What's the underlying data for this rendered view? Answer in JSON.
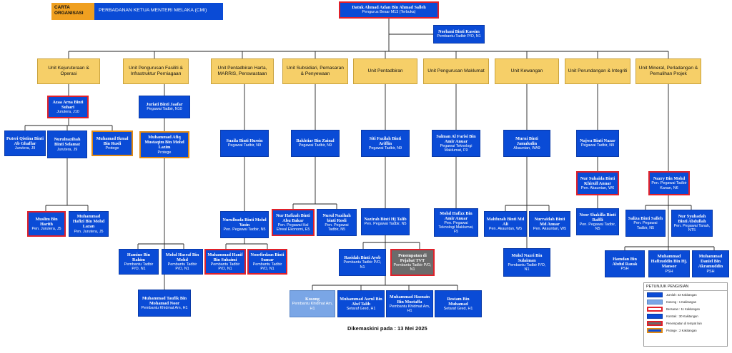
{
  "header": {
    "chart_label": "CARTA ORGANISASI",
    "org_title": "PERBADANAN KETUA MENTERI MELAKA (CMI)"
  },
  "top": {
    "name": "Datuk Ahmad Azlan Bin Ahmad Salleh",
    "role": "Pengurus Besar M13 (Terbuka)"
  },
  "secretary": {
    "name": "Norhani Binti Kassim",
    "role": "Pembantu Tadbir P/O, N1"
  },
  "units": [
    "Unit Kejuruteraan & Operasi",
    "Unit Pengurusan Fasiliti & Infrastruktur Perniagaan",
    "Unit Pentadbiran Harta, MARRIS, Penswastaan",
    "Unit Subsidiari, Pemasaran & Penyewaan",
    "Unit Pentadbiran",
    "Unit Pengurusan Maklumat",
    "Unit Kewangan",
    "Unit Perundangan & Integriti",
    "Unit Mineral, Perladangan & Pemulihan Projek"
  ],
  "staff": {
    "azaa": {
      "name": "Azaa Arna Binti Suhari",
      "role": "Jurutera, J10"
    },
    "puteri": {
      "name": "Puteri Qistina Binti Ab Ghaffar",
      "role": "Jurutera, J9"
    },
    "nurul": {
      "name": "Nurulnazihah Binti Selamat",
      "role": "Jurutera, J9"
    },
    "ikmal": {
      "name": "Muhamad Ikmal Bin Rusli",
      "role": "Protege"
    },
    "muslim": {
      "name": "Muslim Bin Harith",
      "role": "Pen. Jurutera, J5"
    },
    "hafizi": {
      "name": "Muhammad Hafizi Bin Mohd Lazan",
      "role": "Pen. Jurutera, J5"
    },
    "juriati": {
      "name": "Juriati Binti Jaafar",
      "role": "Pegawai Tadbir, N10"
    },
    "afiq": {
      "name": "Muhammad Afiq Mustaqim Bin Mohd Lazim",
      "role": "Protege"
    },
    "hamino": {
      "name": "Hamino Bin Rahim",
      "role": "Pembantu Tadbir P/O, N1"
    },
    "hasraf": {
      "name": "Mohd Hasraf Bin Mohd",
      "role": "Pembantu Tadbir P/O, N1"
    },
    "taufik": {
      "name": "Muhammad Taufik Bin Mohamad Noor",
      "role": "Pembantu Khidmat Am, H1"
    },
    "suaila": {
      "name": "Suaila Binti Hussin",
      "role": "Pegawai Tadbir, N9"
    },
    "nurulhuda": {
      "name": "Nurulhuda Binti Mohd Yasin",
      "role": "Pen. Pegawai Tadbir, N5"
    },
    "hanif": {
      "name": "Muhammad Hanif Bin Suhaimi",
      "role": "Pembantu Tadbir P/O, N1"
    },
    "noorfirdaus": {
      "name": "Noorfirdaus Binti Sumar",
      "role": "Pembantu Tadbir P/O, N1"
    },
    "bakhtiar": {
      "name": "Bakhtiar Bin Zainal",
      "role": "Pegawai Tadbir, N9"
    },
    "hafizah": {
      "name": "Nur Hafizah Binti Abu Bakar",
      "role": "Pen. Pegawai Hal Ehwal Ekonomi, E5"
    },
    "nazihah": {
      "name": "Nurul Nazihah binti Rosli",
      "role": "Pen. Pegawai Tadbir, N5"
    },
    "siti": {
      "name": "Siti Fazilah Binti Ariffin",
      "role": "Pegawai Tadbir, N9"
    },
    "nazirah": {
      "name": "Nazirah Binti Hj Talib",
      "role": "Pen. Pegawai Tadbir, N5"
    },
    "rasidah": {
      "name": "Rasidah Binti Ayob",
      "role": "Pembantu Tadbir P/O, N1"
    },
    "tvt": {
      "name": "Penempatan di Pejabat TVT",
      "role": "Pembantu Tadbir P/O, N1"
    },
    "kosong": {
      "name": "Kosong",
      "role": "Pembantu Khidmat Am, H1"
    },
    "asrul": {
      "name": "Muhammad Asrul Bin Abd Talib",
      "role": "Setaraf Gred, H1"
    },
    "hasnain": {
      "name": "Muhammad Hasnain Bin Mustaffa",
      "role": "Pembantu Khidmat Am, H1"
    },
    "rostam": {
      "name": "Rostam Bin Muhamad",
      "role": "Setaraf Gred, H1"
    },
    "salman": {
      "name": "Salman Al Farisi Bin Amir Anuar",
      "role": "Pegawai Teknologi Maklumat, F9"
    },
    "hafizz": {
      "name": "Mohd Hafizz Bin Amir Anuar",
      "role": "Pen. Pegawai Teknologi Maklumat, F5"
    },
    "murni": {
      "name": "Murni Binti Jamaludin",
      "role": "Akauntan, WA9"
    },
    "mahfuzah": {
      "name": "Mahfuzah Binti Md Ali",
      "role": "Pen. Akauntan, W5"
    },
    "nurraidah": {
      "name": "Nurraidah Binti Md Anuar",
      "role": "Pen. Akauntan, W5"
    },
    "nazri": {
      "name": "Mohd Nazri Bin Sulaiman",
      "role": "Pembantu Tadbir P/O, N1"
    },
    "najwa": {
      "name": "Najwa Binti Nazar",
      "role": "Pegawai Tadbir, N9"
    },
    "suhaida": {
      "name": "Nur Suhaida Binti Khirull Anuar",
      "role": "Pen. Akauntan, W6"
    },
    "shakilla": {
      "name": "Noor Shakilla Binti Raffli",
      "role": "Pen. Pegawai Tadbir, N5"
    },
    "nazry": {
      "name": "Nazry Bin Mohd",
      "role": "Pen. Pegawai Tadbir Kanan, N6"
    },
    "saliza": {
      "name": "Saliza Binti Salleh",
      "role": "Pen. Pegawai Tadbir, N5"
    },
    "syuhadah": {
      "name": "Nur Syuhadah Binti Abdullah",
      "role": "Pen. Pegawai Tanah, NT5"
    },
    "hamdan": {
      "name": "Hamdan Bin Abdul Razak",
      "role": "PSH"
    },
    "hafizuddin": {
      "name": "Muhammad Hafizuddin Bin Hj. Mansor",
      "role": "PSH"
    },
    "daniel": {
      "name": "Muhammad Daniel Bin Akramuddin",
      "role": "PSH"
    }
  },
  "legend": {
    "title": "PETUNJUK PENGISIAN",
    "items": [
      {
        "label": "Jumlah: 43 Kakitangan",
        "color": "#0a4bd6"
      },
      {
        "label": "Kosong : 1 Kakitangan",
        "color": "#7aa6e6"
      },
      {
        "label": "Bersaran : 11 Kakitangan",
        "color": "#ffffff"
      },
      {
        "label": "Kontrak : 30 Kakitangan",
        "color": "#0a4bd6"
      },
      {
        "label": "Penempatan di tempat lain",
        "color": "#6b6b6b"
      },
      {
        "label": "Protege : 2 Kakitangan",
        "color": "#0a4bd6"
      }
    ]
  },
  "updated": "Dikemaskini pada : 13 Mei 2025"
}
